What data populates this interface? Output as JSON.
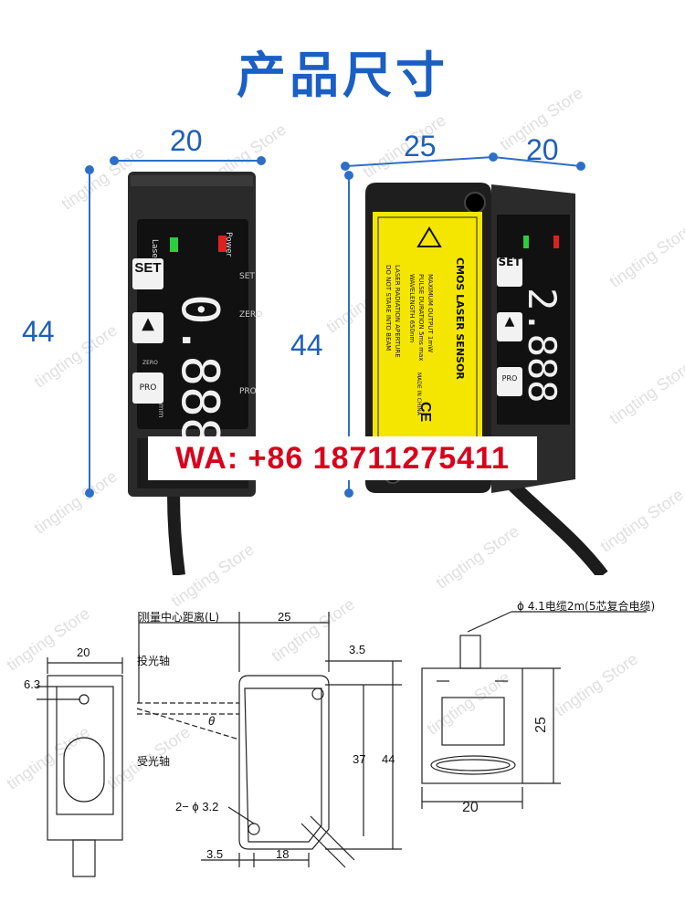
{
  "title": "产品尺寸",
  "watermark": "tingting Store",
  "contact": "WA: +86 18711275411",
  "colors": {
    "accent": "#1a5fc4",
    "contact": "#d9001b",
    "label_yellow": "#f5e600"
  },
  "front_view": {
    "width_dim": "20",
    "height_dim": "44",
    "indicator_laser": "Laser",
    "indicator_power": "Power",
    "btn_set": "SET",
    "btn_up": "▲",
    "btn_zero_small": "ZERO",
    "btn_pro": "PRO",
    "label_set": "SET",
    "label_zero": "ZERO",
    "label_pro": "PRO",
    "display": "0.888",
    "unit": "mm"
  },
  "side_view": {
    "length_dim": "25",
    "width_dim": "20",
    "height_dim": "44",
    "label_title": "CMOS LASER SENSOR",
    "label_warning": "LASER RADIATION APERTURE DO NOT STARE INTO BEAM",
    "label_specs": "MAXIMUM OUTPUT 1mW PULSE DURATION 5ms max WAVELENGTH 650nm",
    "label_made": "MADE IN CHINA",
    "label_ce": "CE",
    "display": "2.888"
  },
  "drawing": {
    "left_width": "20",
    "left_offset": "6.3",
    "center_dist": "测量中心距离(L)",
    "top_25": "25",
    "emit_axis": "投光轴",
    "recv_axis": "受光轴",
    "theta": "θ",
    "right_35": "3.5",
    "dim_37": "37",
    "dim_44": "44",
    "holes": "2− ϕ 3.2",
    "bottom_35": "3.5",
    "bottom_18": "18",
    "cable": "ϕ 4.1电缆2m(5芯复合电缆)",
    "right_25": "25",
    "right_20": "20"
  }
}
